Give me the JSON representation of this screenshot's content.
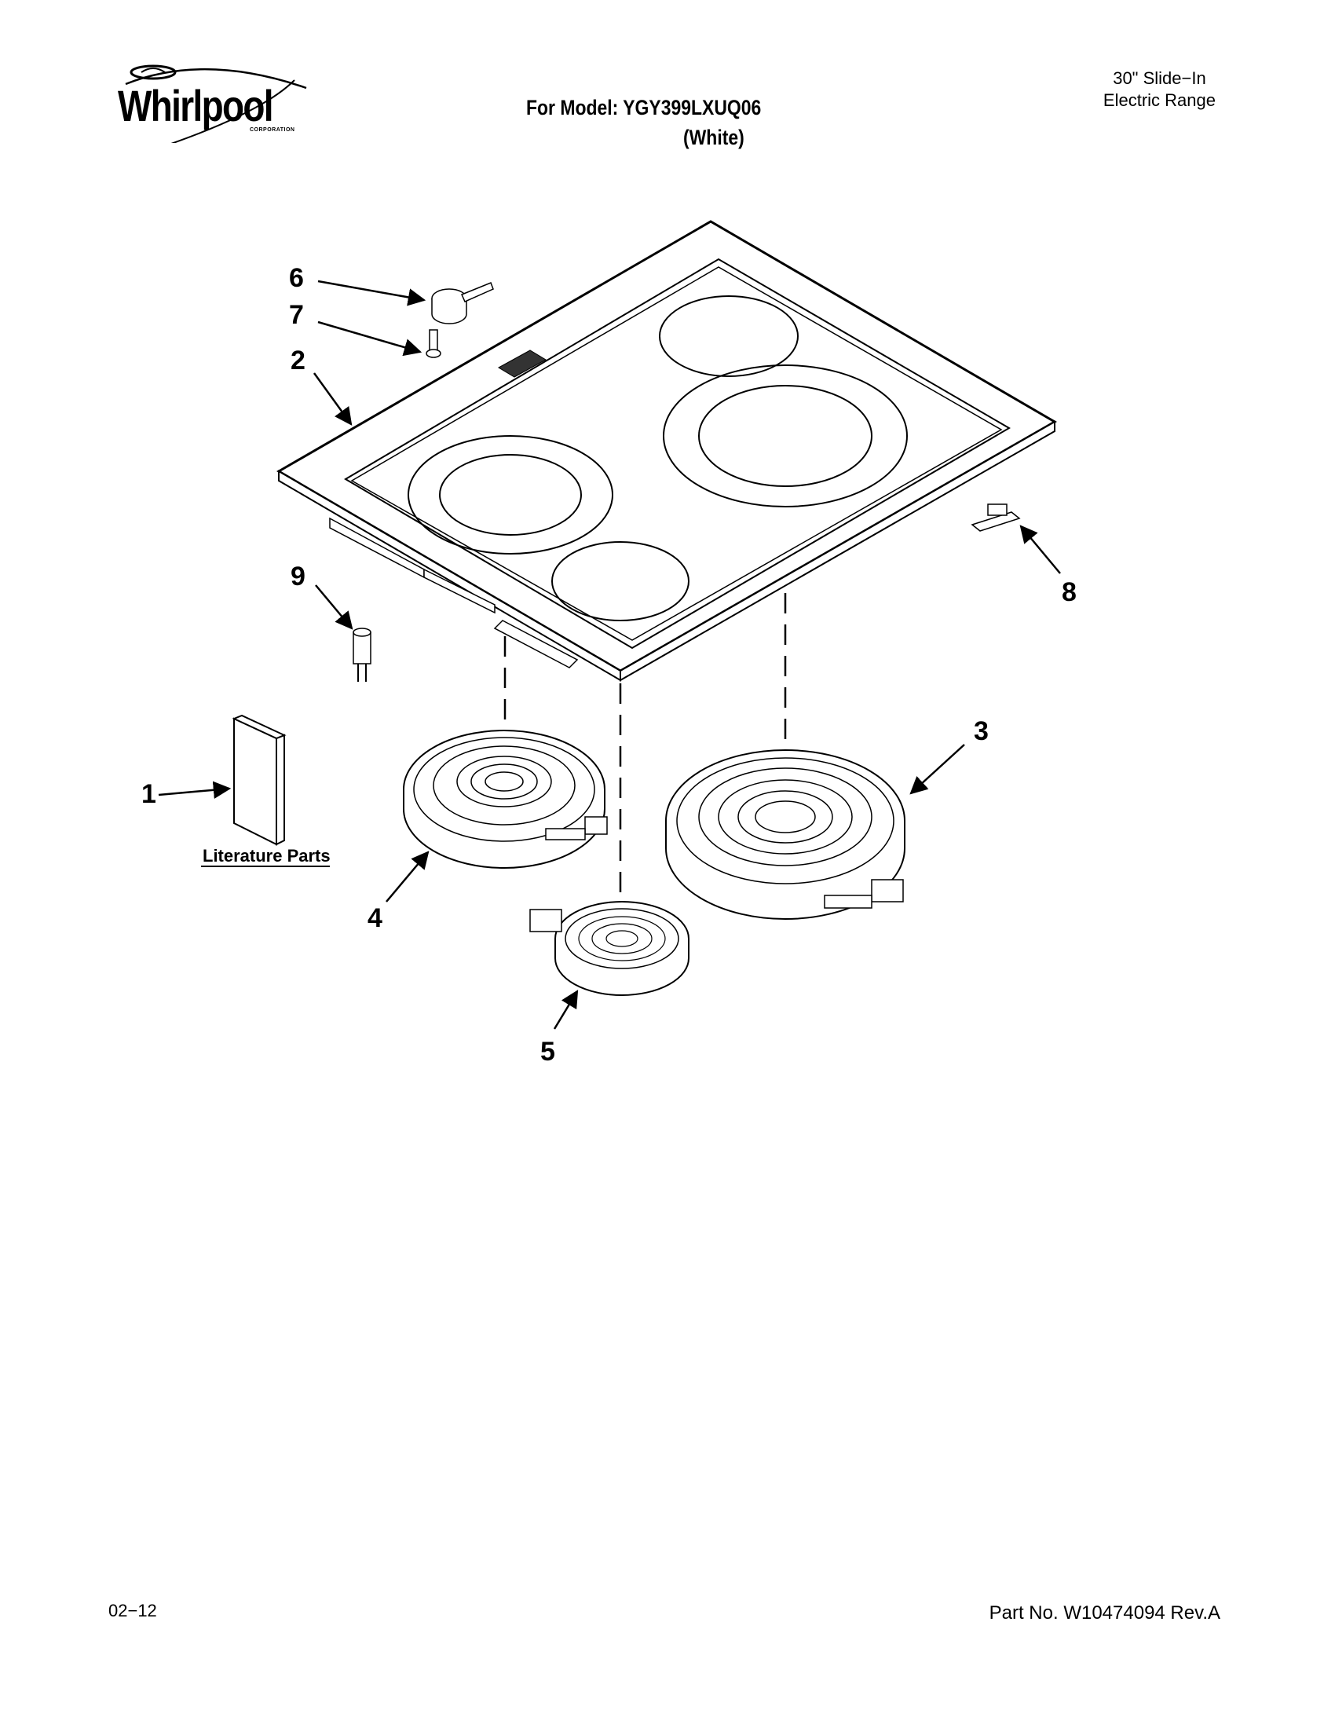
{
  "header": {
    "brand": "Whirlpool",
    "brand_sub": "CORPORATION",
    "model_line": "For Model: YGY399LXUQ06",
    "color_line": "(White)",
    "range_type_line1": "30\" Slide−In",
    "range_type_line2": "Electric Range"
  },
  "diagram": {
    "callouts": [
      "1",
      "2",
      "3",
      "4",
      "5",
      "6",
      "7",
      "8",
      "9"
    ],
    "literature_label": "Literature Parts"
  },
  "footer": {
    "date": "02−12",
    "part_number": "Part No. W10474094 Rev.A"
  }
}
